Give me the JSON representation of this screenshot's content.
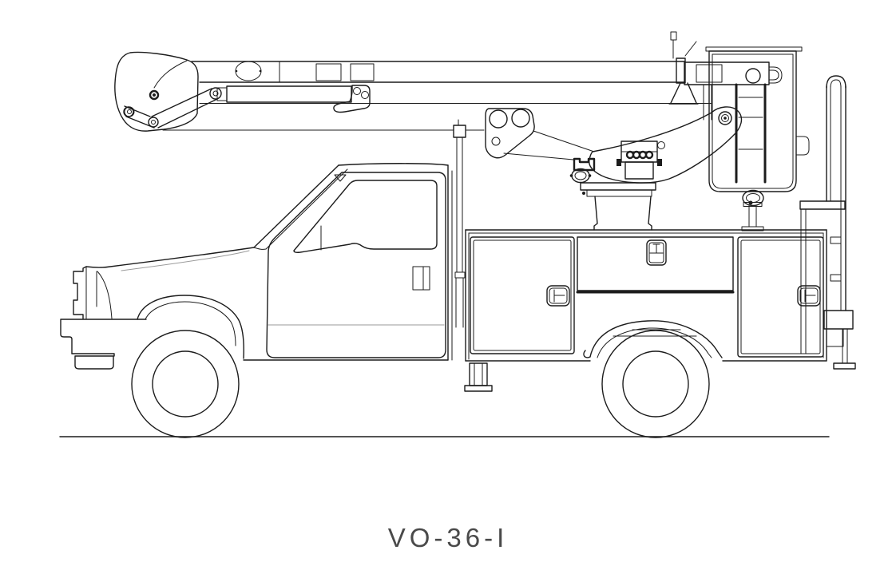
{
  "drawing": {
    "title": "VO-36-I"
  },
  "colors": {
    "line": "#1c1c1c",
    "accent_gray": "#9a9a9a",
    "background": "#ffffff"
  },
  "components": {
    "vehicle": "bucket-truck-side-view",
    "parts": [
      "upper-boom",
      "boom-tip-weldment",
      "leveling-linkage",
      "lift-cylinder",
      "elbow-joint-bracket",
      "lower-boom",
      "turret",
      "pedestal",
      "bucket-platform",
      "bucket-hanger",
      "boom-rest",
      "truck-cab",
      "hood",
      "grille",
      "bumper",
      "door",
      "window",
      "door-handle",
      "exhaust-stack",
      "utility-body",
      "compartment-doors",
      "t-handles",
      "wheel-arches",
      "front-wheel",
      "rear-wheel",
      "rear-access-ladder",
      "front-outrigger",
      "rear-outrigger",
      "ground-line"
    ]
  }
}
